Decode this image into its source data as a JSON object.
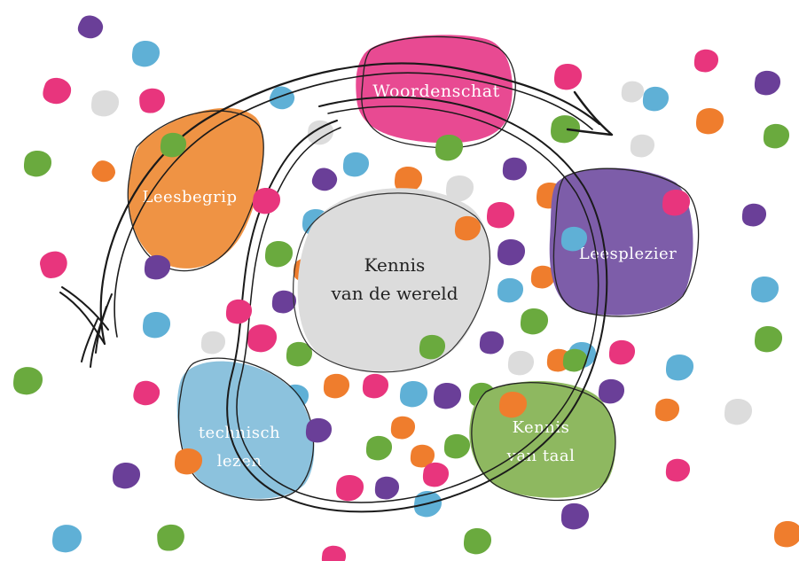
{
  "colors": {
    "pink": "#e8357d",
    "purple": "#6a3f98",
    "blue": "#5fb0d6",
    "orange": "#ef7d2d",
    "green": "#6aaa3e",
    "grey": "#dcdcdc",
    "woordenschat_fill": "#e84a92",
    "leesbegrip_fill": "#ef9344",
    "leesplezier_fill": "#7d5da9",
    "technisch_fill": "#8cc2dd",
    "kennis_taal_fill": "#8eb860",
    "center_fill": "#dcdcdc",
    "outline": "#1a1a1a"
  },
  "center": {
    "line1": "Kennis",
    "line2": "van de wereld"
  },
  "nodes": {
    "woordenschat": {
      "label": "Woordenschat"
    },
    "leesbegrip": {
      "label": "Leesbegrip"
    },
    "leesplezier": {
      "label": "Leesplezier"
    },
    "technisch_lezen": {
      "line1": "technisch",
      "line2": "lezen"
    },
    "kennis_van_taal": {
      "line1": "Kennis",
      "line2": "van taal"
    }
  }
}
